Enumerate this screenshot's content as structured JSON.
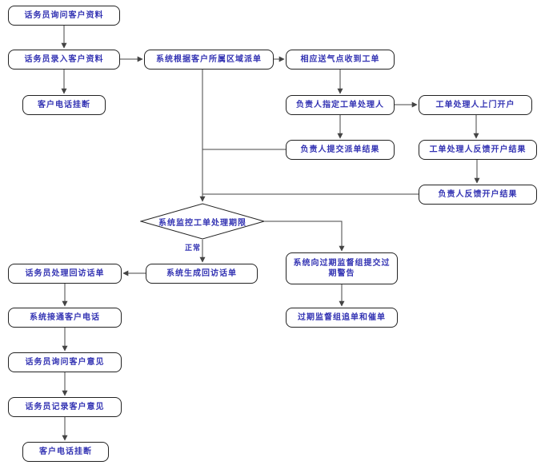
{
  "colors": {
    "node_text": "#3333b3",
    "node_border": "#222222",
    "connector": "#444444",
    "background": "#ffffff"
  },
  "nodes": {
    "ask_customer_info": {
      "label": "话务员询问客户资料"
    },
    "enter_customer_info": {
      "label": "话务员录入客户资料"
    },
    "customer_hangup_top": {
      "label": "客户电话挂断"
    },
    "system_dispatch_by_region": {
      "label": "系统根据客户所属区域派单"
    },
    "gas_point_receive_order": {
      "label": "相应送气点收到工单"
    },
    "leader_assign_handler": {
      "label": "负责人指定工单处理人"
    },
    "handler_visit_open": {
      "label": "工单处理人上门开户"
    },
    "leader_submit_dispatch": {
      "label": "负责人提交派单结果"
    },
    "handler_feedback_open": {
      "label": "工单处理人反馈开户结果"
    },
    "leader_feedback_open": {
      "label": "负责人反馈开户结果"
    },
    "monitor_deadline": {
      "label": "系统监控工单处理期限"
    },
    "system_generate_callback": {
      "label": "系统生成回访话单"
    },
    "operator_handle_callback": {
      "label": "话务员处理回访话单"
    },
    "system_overdue_warning": {
      "label": "系统向过期监督组提交过期警告"
    },
    "overdue_group_chase": {
      "label": "过期监督组追单和催单"
    },
    "system_connect_call": {
      "label": "系统接通客户电话"
    },
    "ask_customer_opinion": {
      "label": "话务员询问客户意见"
    },
    "record_customer_opinion": {
      "label": "话务员记录客户意见"
    },
    "customer_hangup_bottom": {
      "label": "客户电话挂断"
    }
  },
  "edge_labels": {
    "normal": "正常"
  },
  "edges": [
    {
      "from": "ask_customer_info",
      "to": "enter_customer_info"
    },
    {
      "from": "enter_customer_info",
      "to": "customer_hangup_top"
    },
    {
      "from": "enter_customer_info",
      "to": "system_dispatch_by_region"
    },
    {
      "from": "system_dispatch_by_region",
      "to": "gas_point_receive_order"
    },
    {
      "from": "gas_point_receive_order",
      "to": "leader_assign_handler"
    },
    {
      "from": "leader_assign_handler",
      "to": "handler_visit_open"
    },
    {
      "from": "leader_assign_handler",
      "to": "leader_submit_dispatch"
    },
    {
      "from": "handler_visit_open",
      "to": "handler_feedback_open"
    },
    {
      "from": "handler_feedback_open",
      "to": "leader_feedback_open"
    },
    {
      "from": "system_dispatch_by_region",
      "to": "monitor_deadline"
    },
    {
      "from": "leader_submit_dispatch",
      "to": "monitor_deadline"
    },
    {
      "from": "leader_feedback_open",
      "to": "monitor_deadline"
    },
    {
      "from": "monitor_deadline",
      "to": "system_generate_callback",
      "label": "正常"
    },
    {
      "from": "monitor_deadline",
      "to": "system_overdue_warning"
    },
    {
      "from": "system_overdue_warning",
      "to": "overdue_group_chase"
    },
    {
      "from": "system_generate_callback",
      "to": "operator_handle_callback"
    },
    {
      "from": "operator_handle_callback",
      "to": "system_connect_call"
    },
    {
      "from": "system_connect_call",
      "to": "ask_customer_opinion"
    },
    {
      "from": "ask_customer_opinion",
      "to": "record_customer_opinion"
    },
    {
      "from": "record_customer_opinion",
      "to": "customer_hangup_bottom"
    }
  ]
}
